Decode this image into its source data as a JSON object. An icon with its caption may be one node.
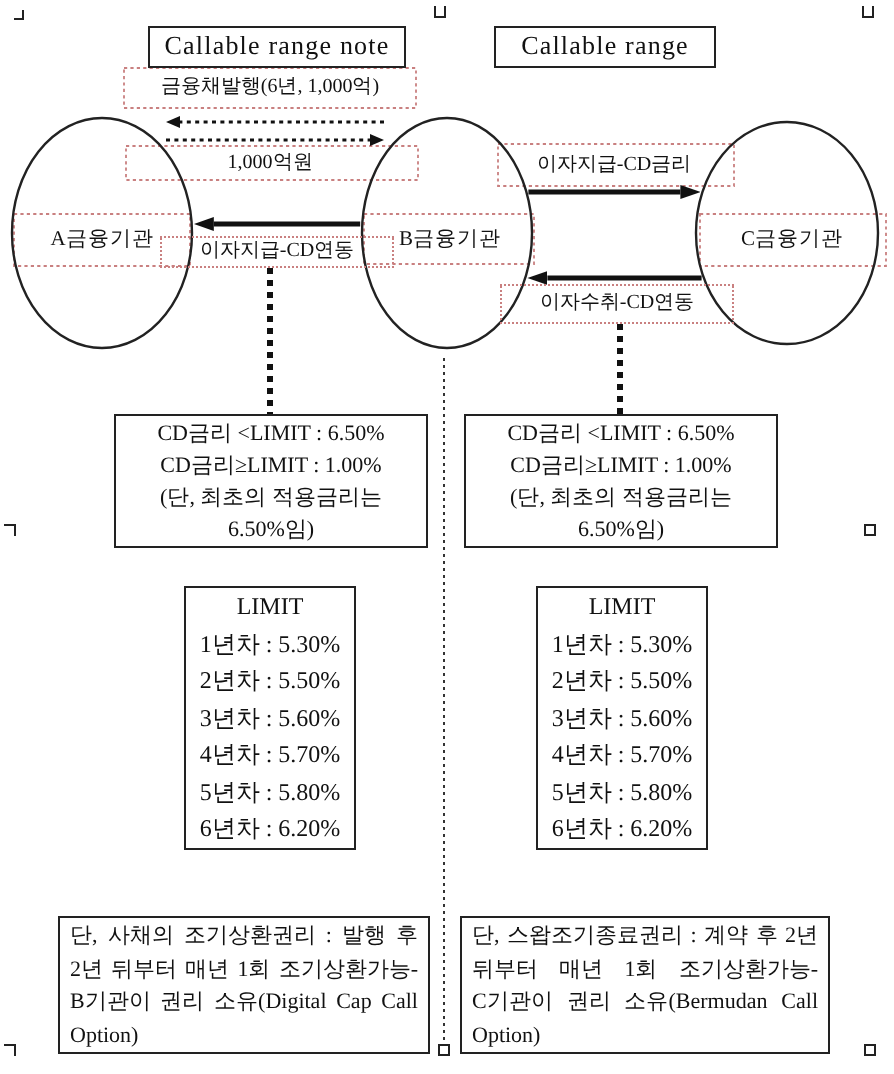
{
  "diagram": {
    "nodes": [
      {
        "text": [
          "Callable range note"
        ]
      },
      {
        "text": [
          "Callable range"
        ]
      },
      {
        "text": [
          "A금융기관"
        ]
      },
      {
        "text": [
          "이자지급-CD연동"
        ]
      },
      {
        "text": [
          "B금융기관"
        ]
      },
      {
        "text": [
          "C금융기관"
        ]
      },
      {
        "text": [
          "이자수취-CD연동"
        ]
      },
      {
        "text": [
          "CD금리 <LIMIT : 6.50%",
          "CD금리≥LIMIT : 1.00%",
          "(단, 최초의 적용금리는 6.50%임)"
        ]
      },
      {
        "text": [
          "CD금리 <LIMIT : 6.50%",
          "CD금리≥LIMIT : 1.00%",
          "(단, 최초의 적용금리는 6.50%임)"
        ]
      },
      {
        "text": [
          "LIMIT",
          "1년차 : 5.30%",
          "2년차 : 5.50%",
          "3년차 : 5.60%",
          "4년차 : 5.70%",
          "5년차 : 5.80%",
          "6년차 : 6.20%"
        ]
      },
      {
        "text": [
          "LIMIT",
          "1년차 : 5.30%",
          "2년차 : 5.50%",
          "3년차 : 5.60%",
          "4년차 : 5.70%",
          "5년차 : 5.80%",
          "6년차 : 6.20%"
        ]
      },
      {
        "text": [
          "단, 사채의 조기상환권리 : 발행 후 2년 뒤부터 매년 1회 조기상환가능-B기관이 권리 소유(Digital Cap Call Option)"
        ]
      },
      {
        "text": [
          "단, 스왑조기종료권리 : 계약 후 2년 뒤부터 매년 1회 조기상환가능-C기관이 권리 소유(Bermudan Call Option)"
        ]
      }
    ],
    "edges": [
      {
        "from": 4,
        "to": 2,
        "arrow": "to",
        "style": "dashed",
        "label": "금융채발행(6년, 1,000억)"
      },
      {
        "from": 2,
        "to": 4,
        "arrow": "to",
        "style": "dashed",
        "label": "1,000억원"
      },
      {
        "from": 4,
        "to": 5,
        "arrow": "to",
        "label": "이자지급-CD금리"
      },
      {
        "from": 4,
        "to": 2,
        "arrow": "to"
      },
      {
        "from": 5,
        "to": 4,
        "arrow": "to"
      },
      {
        "from": 3,
        "to": 7,
        "arrow": "none",
        "style": "dashed"
      },
      {
        "from": 6,
        "to": 8,
        "arrow": "none",
        "style": "dashed"
      }
    ]
  }
}
